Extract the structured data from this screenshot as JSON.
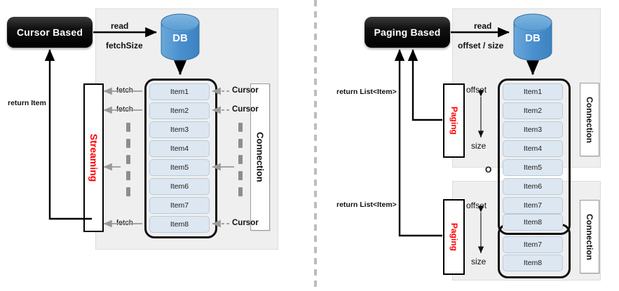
{
  "meta": {
    "title": "Cursor Based vs Paging Based streaming diagram",
    "colors": {
      "panel_bg": "#efefef",
      "item_fill": "#dde7f1",
      "db_blue": "#4a90cf",
      "accent_red": "#ff0000",
      "box_black": "#0d0d0d",
      "divider_gray": "#bdbdbd"
    }
  },
  "left": {
    "actor_label": "Cursor Based",
    "db_label": "DB",
    "read_label": "read",
    "param_label": "fetchSize",
    "return_label": "return Item",
    "stream_label": "Streaming",
    "connection_label": "Connection",
    "fetch_label": "fetch",
    "cursor_label": "Cursor",
    "fetch_labels": [
      "fetch",
      "fetch",
      "fetch"
    ],
    "cursor_labels": [
      "Cursor",
      "Cursor",
      "Cursor"
    ],
    "items": [
      "Item1",
      "Item2",
      "Item3",
      "Item4",
      "Item5",
      "Item6",
      "Item7",
      "Item8"
    ]
  },
  "right": {
    "actor_label": "Paging Based",
    "db_label": "DB",
    "read_label": "read",
    "param_label": "offset / size",
    "return_label_top": "return List<Item>",
    "return_label_bottom": "return List<Item>",
    "paging_label_top": "Paging",
    "paging_label_bottom": "Paging",
    "connection_label_top": "Connection",
    "connection_label_bottom": "Connection",
    "offset_label_top": "offset",
    "size_label_top": "size",
    "offset_label_bottom": "offset",
    "size_label_bottom": "size",
    "or_label": "O",
    "items_page1": [
      "Item1",
      "Item2",
      "Item3",
      "Item4",
      "Item5",
      "Item6",
      "Item7",
      "Item8"
    ],
    "items_page2": [
      "Item7",
      "Item8"
    ]
  }
}
